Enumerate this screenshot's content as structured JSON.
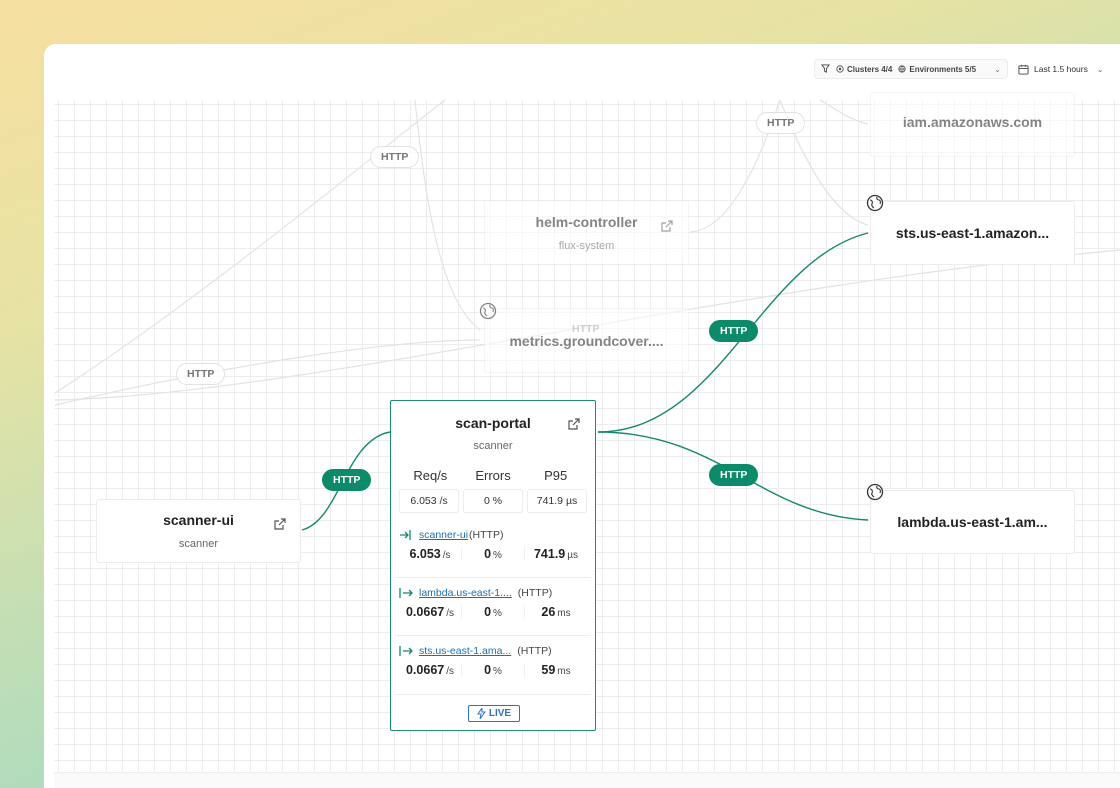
{
  "toolbar": {
    "clusters": "Clusters 4/4",
    "environments": "Environments 5/5",
    "time_range": "Last 1.5 hours"
  },
  "nodes": {
    "iam": {
      "title": "iam.amazonaws.com"
    },
    "sts": {
      "title": "sts.us-east-1.amazon..."
    },
    "helm": {
      "title": "helm-controller",
      "subtitle": "flux-system"
    },
    "metrics": {
      "title": "metrics.groundcover...."
    },
    "scanner_ui": {
      "title": "scanner-ui",
      "subtitle": "scanner"
    },
    "lambda": {
      "title": "lambda.us-east-1.am..."
    }
  },
  "edge_labels": {
    "http_top_left": "HTTP",
    "http_top_right": "HTTP",
    "http_metrics_overlay": "HTTP",
    "http_left_mid": "HTTP",
    "http_scanner_in": "HTTP",
    "http_to_sts": "HTTP",
    "http_to_lambda": "HTTP"
  },
  "scan_portal": {
    "title": "scan-portal",
    "subtitle": "scanner",
    "headers": [
      "Req/s",
      "Errors",
      "P95"
    ],
    "summary": {
      "req": "6.053 /s",
      "errors": "0 %",
      "p95": "741.9 µs"
    },
    "connections": [
      {
        "name": "scanner-ui",
        "protocol": "(HTTP)",
        "req": "6.053",
        "req_unit": "/s",
        "errors": "0",
        "errors_unit": "%",
        "p95": "741.9",
        "p95_unit": "µs"
      },
      {
        "name": "lambda.us-east-1....",
        "protocol": "(HTTP)",
        "req": "0.0667",
        "req_unit": "/s",
        "errors": "0",
        "errors_unit": "%",
        "p95": "26",
        "p95_unit": "ms"
      },
      {
        "name": "sts.us-east-1.ama...",
        "protocol": "(HTTP)",
        "req": "0.0667",
        "req_unit": "/s",
        "errors": "0",
        "errors_unit": "%",
        "p95": "59",
        "p95_unit": "ms"
      }
    ],
    "live_label": "LIVE"
  },
  "colors": {
    "accent_green": "#0d8a6a",
    "link_blue": "#1a6fb0",
    "live_blue": "#2f72c4"
  }
}
